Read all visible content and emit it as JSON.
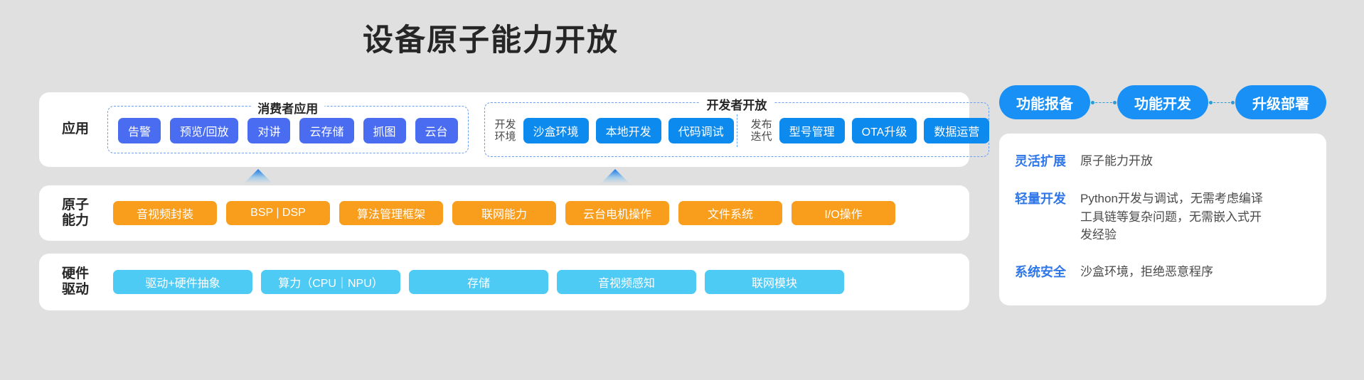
{
  "title": "设备原子能力开放",
  "colors": {
    "background": "#e0e0e0",
    "card": "#ffffff",
    "consumer_button": "#4a6cf0",
    "developer_button": "#0c8aee",
    "atomic_button": "#f99d1c",
    "hardware_button": "#4dcbf5",
    "step_pill": "#1890f5",
    "accent_text": "#2f77e8",
    "dashed_border": "#6d9ef0"
  },
  "layers": {
    "application": {
      "label": "应用",
      "groups": [
        {
          "title": "消费者应用",
          "buttons": [
            "告警",
            "预览/回放",
            "对讲",
            "云存储",
            "抓图",
            "云台"
          ]
        },
        {
          "title": "开发者开放",
          "subgroups": [
            {
              "label": "开发\n环境",
              "buttons": [
                "沙盒环境",
                "本地开发",
                "代码调试"
              ]
            },
            {
              "label": "发布\n迭代",
              "buttons": [
                "型号管理",
                "OTA升级",
                "数据运营"
              ]
            }
          ]
        }
      ]
    },
    "atomic": {
      "label": "原子\n能力",
      "buttons": [
        "音视频封装",
        "BSP | DSP",
        "算法管理框架",
        "联网能力",
        "云台电机操作",
        "文件系统",
        "I/O操作"
      ]
    },
    "hardware": {
      "label": "硬件\n驱动",
      "buttons": [
        "驱动+硬件抽象",
        "算力（CPU｜NPU）",
        "存储",
        "音视频感知",
        "联网模块"
      ]
    }
  },
  "right_panel": {
    "steps": [
      "功能报备",
      "功能开发",
      "升级部署"
    ],
    "features": [
      {
        "key": "灵活扩展",
        "value": "原子能力开放"
      },
      {
        "key": "轻量开发",
        "value": "Python开发与调试，无需考虑编译工具链等复杂问题，无需嵌入式开发经验"
      },
      {
        "key": "系统安全",
        "value": "沙盒环境，拒绝恶意程序"
      }
    ]
  }
}
